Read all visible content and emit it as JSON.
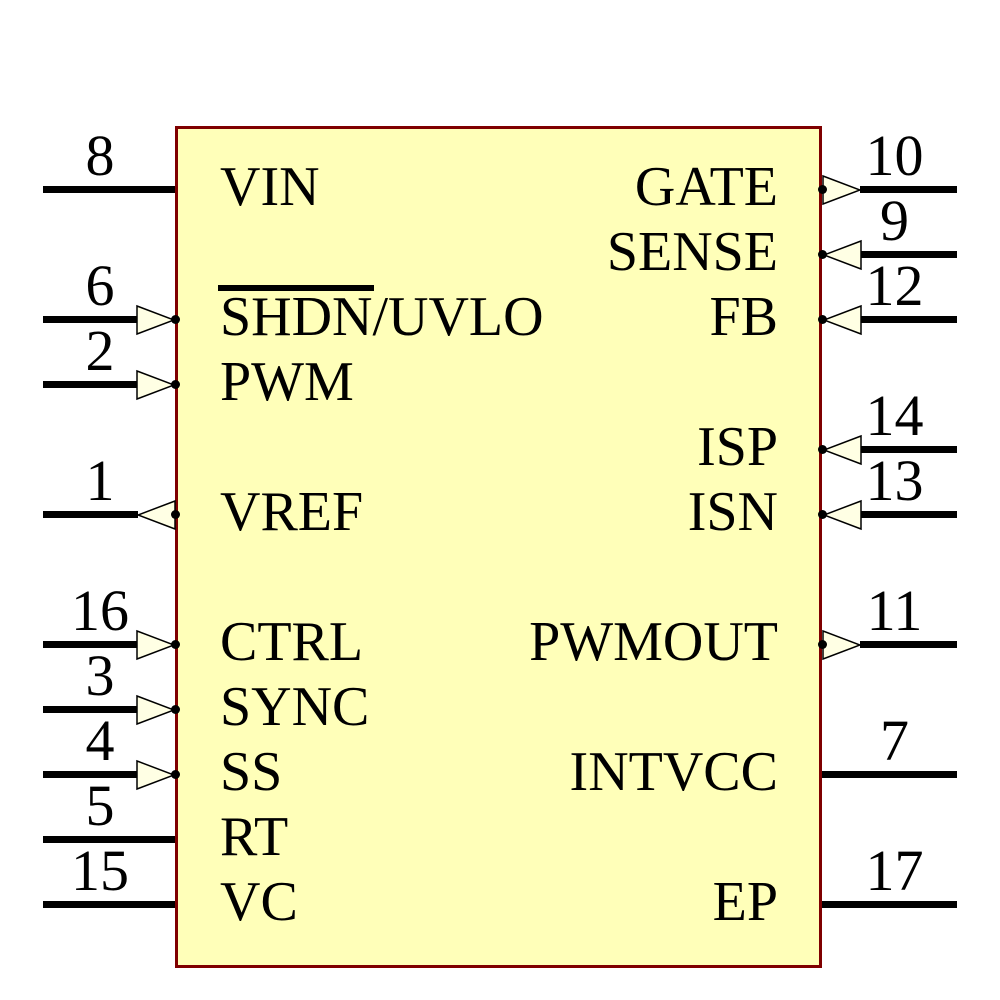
{
  "symbol": {
    "colors": {
      "background": "#FFFFFF",
      "body_fill": "#FFFFB9",
      "body_border": "#7F0000",
      "arrow_fill": "#FFFFE4",
      "wire": "#000000",
      "text": "#000000"
    },
    "left_pins": [
      {
        "number": "8",
        "name": "VIN",
        "row": 0,
        "direction": "none"
      },
      {
        "number": "6",
        "name": "SHDN/UVLO",
        "overline": "SHDN",
        "name_rest": "/UVLO",
        "row": 2,
        "direction": "in"
      },
      {
        "number": "2",
        "name": "PWM",
        "row": 3,
        "direction": "in"
      },
      {
        "number": "1",
        "name": "VREF",
        "row": 5,
        "direction": "out"
      },
      {
        "number": "16",
        "name": "CTRL",
        "row": 7,
        "direction": "in"
      },
      {
        "number": "3",
        "name": "SYNC",
        "row": 8,
        "direction": "in"
      },
      {
        "number": "4",
        "name": "SS",
        "row": 9,
        "direction": "in"
      },
      {
        "number": "5",
        "name": "RT",
        "row": 10,
        "direction": "none"
      },
      {
        "number": "15",
        "name": "VC",
        "row": 11,
        "direction": "none"
      }
    ],
    "right_pins": [
      {
        "number": "10",
        "name": "GATE",
        "row": 0,
        "direction": "out"
      },
      {
        "number": "9",
        "name": "SENSE",
        "row": 1,
        "direction": "in"
      },
      {
        "number": "12",
        "name": "FB",
        "row": 2,
        "direction": "in"
      },
      {
        "number": "14",
        "name": "ISP",
        "row": 4,
        "direction": "in"
      },
      {
        "number": "13",
        "name": "ISN",
        "row": 5,
        "direction": "in"
      },
      {
        "number": "11",
        "name": "PWMOUT",
        "row": 7,
        "direction": "out"
      },
      {
        "number": "7",
        "name": "INTVCC",
        "row": 9,
        "direction": "none"
      },
      {
        "number": "17",
        "name": "EP",
        "row": 11,
        "direction": "none"
      }
    ]
  }
}
